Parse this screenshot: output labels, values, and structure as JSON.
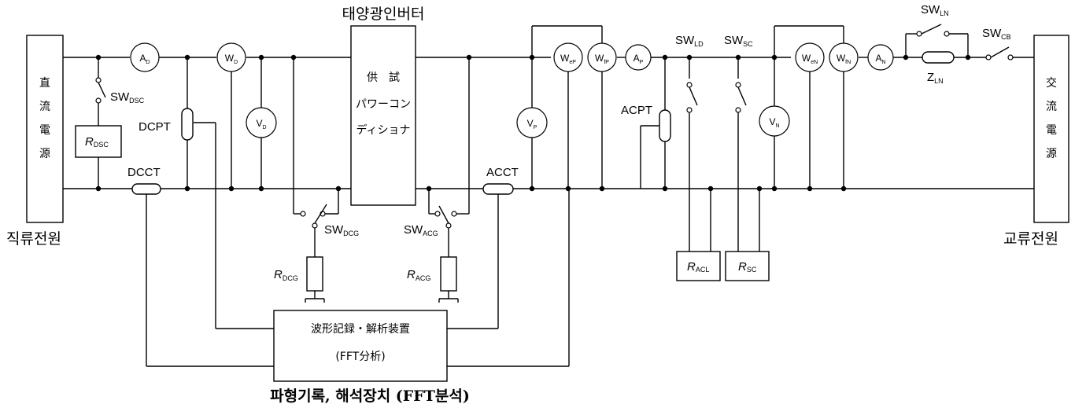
{
  "korean_titles": {
    "inverter": "태양광인버터",
    "dc_source": "직류전원",
    "ac_source": "교류전원",
    "recorder": "파형기록, 해석장치 (FFT분석)"
  },
  "boxes": {
    "dc_source_chars": [
      "直",
      "流",
      "電",
      "源"
    ],
    "ac_source_chars": [
      "交",
      "流",
      "電",
      "源"
    ],
    "pcs_lines": [
      "供　試",
      "パワーコン",
      "ディショナ"
    ],
    "recorder_line1": "波形記録・解析装置",
    "recorder_line2": "(FFT分析)"
  },
  "meters": {
    "A_D": {
      "main": "A",
      "sub": "D"
    },
    "W_D": {
      "main": "W",
      "sub": "D"
    },
    "V_D": {
      "main": "V",
      "sub": "D"
    },
    "W_eP": {
      "main": "W",
      "sub": "eP"
    },
    "W_fP": {
      "main": "W",
      "sub": "fP"
    },
    "A_P": {
      "main": "A",
      "sub": "P"
    },
    "V_P": {
      "main": "V",
      "sub": "P"
    },
    "W_eN": {
      "main": "W",
      "sub": "eN"
    },
    "W_fN": {
      "main": "W",
      "sub": "fN"
    },
    "A_N": {
      "main": "A",
      "sub": "N"
    },
    "V_N": {
      "main": "V",
      "sub": "N"
    }
  },
  "labels": {
    "SW_DSC": {
      "main": "SW",
      "sub": "DSC"
    },
    "R_DSC": {
      "main": "R",
      "sub": "DSC"
    },
    "DCPT": "DCPT",
    "DCCT": "DCCT",
    "SW_DCG": {
      "main": "SW",
      "sub": "DCG"
    },
    "R_DCG": {
      "main": "R",
      "sub": "DCG"
    },
    "SW_ACG": {
      "main": "SW",
      "sub": "ACG"
    },
    "R_ACG": {
      "main": "R",
      "sub": "ACG"
    },
    "ACCT": "ACCT",
    "ACPT": "ACPT",
    "SW_LD": {
      "main": "SW",
      "sub": "LD"
    },
    "SW_SC": {
      "main": "SW",
      "sub": "SC"
    },
    "R_ACL": {
      "main": "R",
      "sub": "ACL"
    },
    "R_SC": {
      "main": "R",
      "sub": "SC"
    },
    "SW_LN": {
      "main": "SW",
      "sub": "LN"
    },
    "Z_LN": {
      "main": "Z",
      "sub": "LN"
    },
    "SW_CB": {
      "main": "SW",
      "sub": "CB"
    }
  }
}
